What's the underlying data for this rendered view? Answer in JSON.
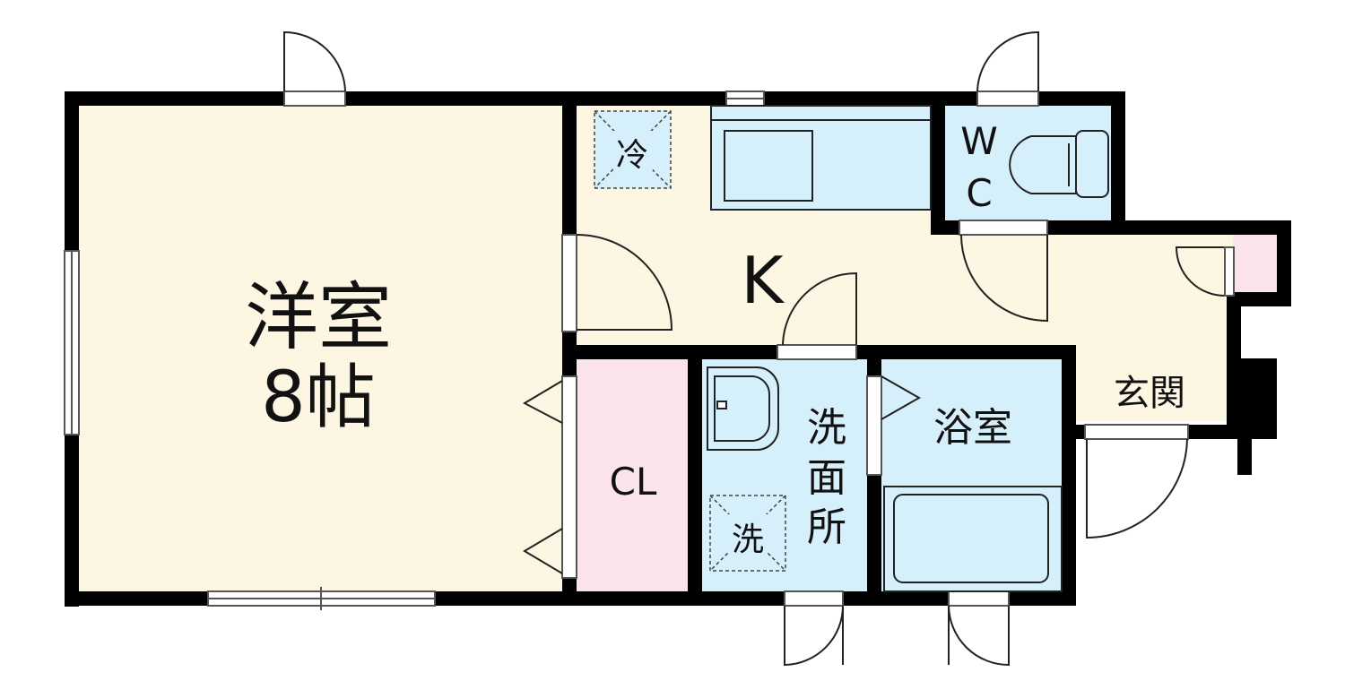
{
  "rooms": {
    "western_room": {
      "name": "洋室",
      "size": "8帖"
    },
    "kitchen": {
      "name": "K"
    },
    "wc": {
      "line1": "W",
      "line2": "C"
    },
    "closet": {
      "name": "CL"
    },
    "washroom": {
      "char1": "洗",
      "char2": "面",
      "char3": "所"
    },
    "bathroom": {
      "name": "浴室"
    },
    "entrance": {
      "name": "玄関"
    }
  },
  "fixtures": {
    "fridge_space": "冷",
    "washer_space": "洗"
  },
  "colors": {
    "western_room": "#fdf6e3",
    "kitchen": "#fdf6e3",
    "entrance": "#fdf6e3",
    "wet_area": "#d6f0fb",
    "closet": "#fbe3ee",
    "wall": "#000000"
  }
}
